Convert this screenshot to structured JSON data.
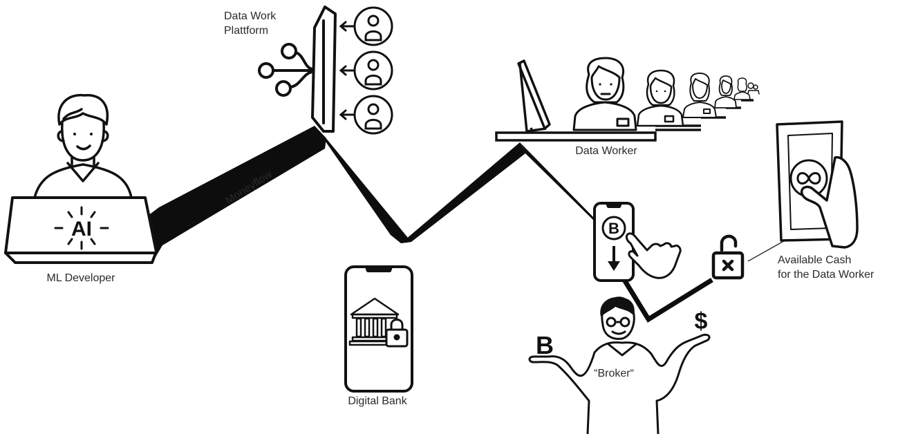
{
  "labels": {
    "ml_developer": "ML Developer",
    "platform_line1": "Data Work",
    "platform_line2": "Plattform",
    "moneyflow": "Moneyflow",
    "digital_bank": "Digital Bank",
    "data_worker": "Data Worker",
    "broker": "“Broker“",
    "cash_line1": "Available Cash",
    "cash_line2": "for the Data Worker",
    "ai_badge": "AI",
    "bitcoin_symbol": "B",
    "dollar_symbol": "$"
  },
  "colors": {
    "ink": "#111111",
    "flow": "#0d0d0d",
    "text": "#2a2a2a",
    "background": "#ffffff"
  },
  "icons": [
    "laptop-icon",
    "ml-developer-icon",
    "platform-panel-icon",
    "user-icon",
    "phone-icon",
    "bank-icon",
    "padlock-icon",
    "monitor-icon",
    "data-worker-icon",
    "bitcoin-icon",
    "hand-tap-icon",
    "arrow-down-icon",
    "open-padlock-icon",
    "banknote-icon",
    "broker-icon",
    "dollar-icon"
  ]
}
